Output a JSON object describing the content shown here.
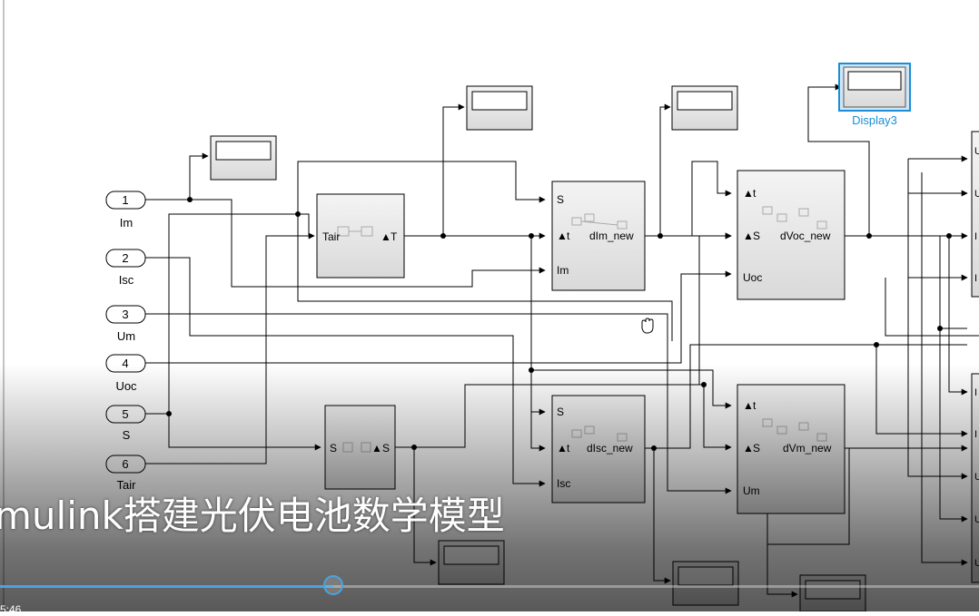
{
  "subtitle": "mulink搭建光伏电池数学模型",
  "time_partial": "5:46",
  "progress_fraction": 0.34,
  "colors": {
    "accent": "#4aa3df",
    "selected_display": "#1a8fd6",
    "block_fill": "#e6e6e6"
  },
  "inports": [
    {
      "num": "1",
      "name": "Im"
    },
    {
      "num": "2",
      "name": "Isc"
    },
    {
      "num": "3",
      "name": "Um"
    },
    {
      "num": "4",
      "name": "Uoc"
    },
    {
      "num": "5",
      "name": "S"
    },
    {
      "num": "6",
      "name": "Tair"
    }
  ],
  "blocks": {
    "temp_top": {
      "in": "Tair",
      "out": "T"
    },
    "temp_bottom": {
      "in": "S",
      "out": "S"
    },
    "dim": {
      "name": "dIm_new",
      "ports": [
        "S",
        "t",
        "Im"
      ]
    },
    "disc": {
      "name": "dIsc_new",
      "ports": [
        "S",
        "t",
        "Isc"
      ]
    },
    "dvoc": {
      "name": "dVoc_new",
      "ports": [
        "t",
        "S",
        "Uoc"
      ]
    },
    "dvm": {
      "name": "dVm_new",
      "ports": [
        "t",
        "S",
        "Um"
      ]
    }
  },
  "display3_label": "Display3",
  "right_block_ports": [
    "U",
    "U",
    "I",
    "I",
    "I",
    "I",
    "U",
    "U",
    "U"
  ],
  "icons": {
    "cursor": "hand-cursor-icon"
  }
}
